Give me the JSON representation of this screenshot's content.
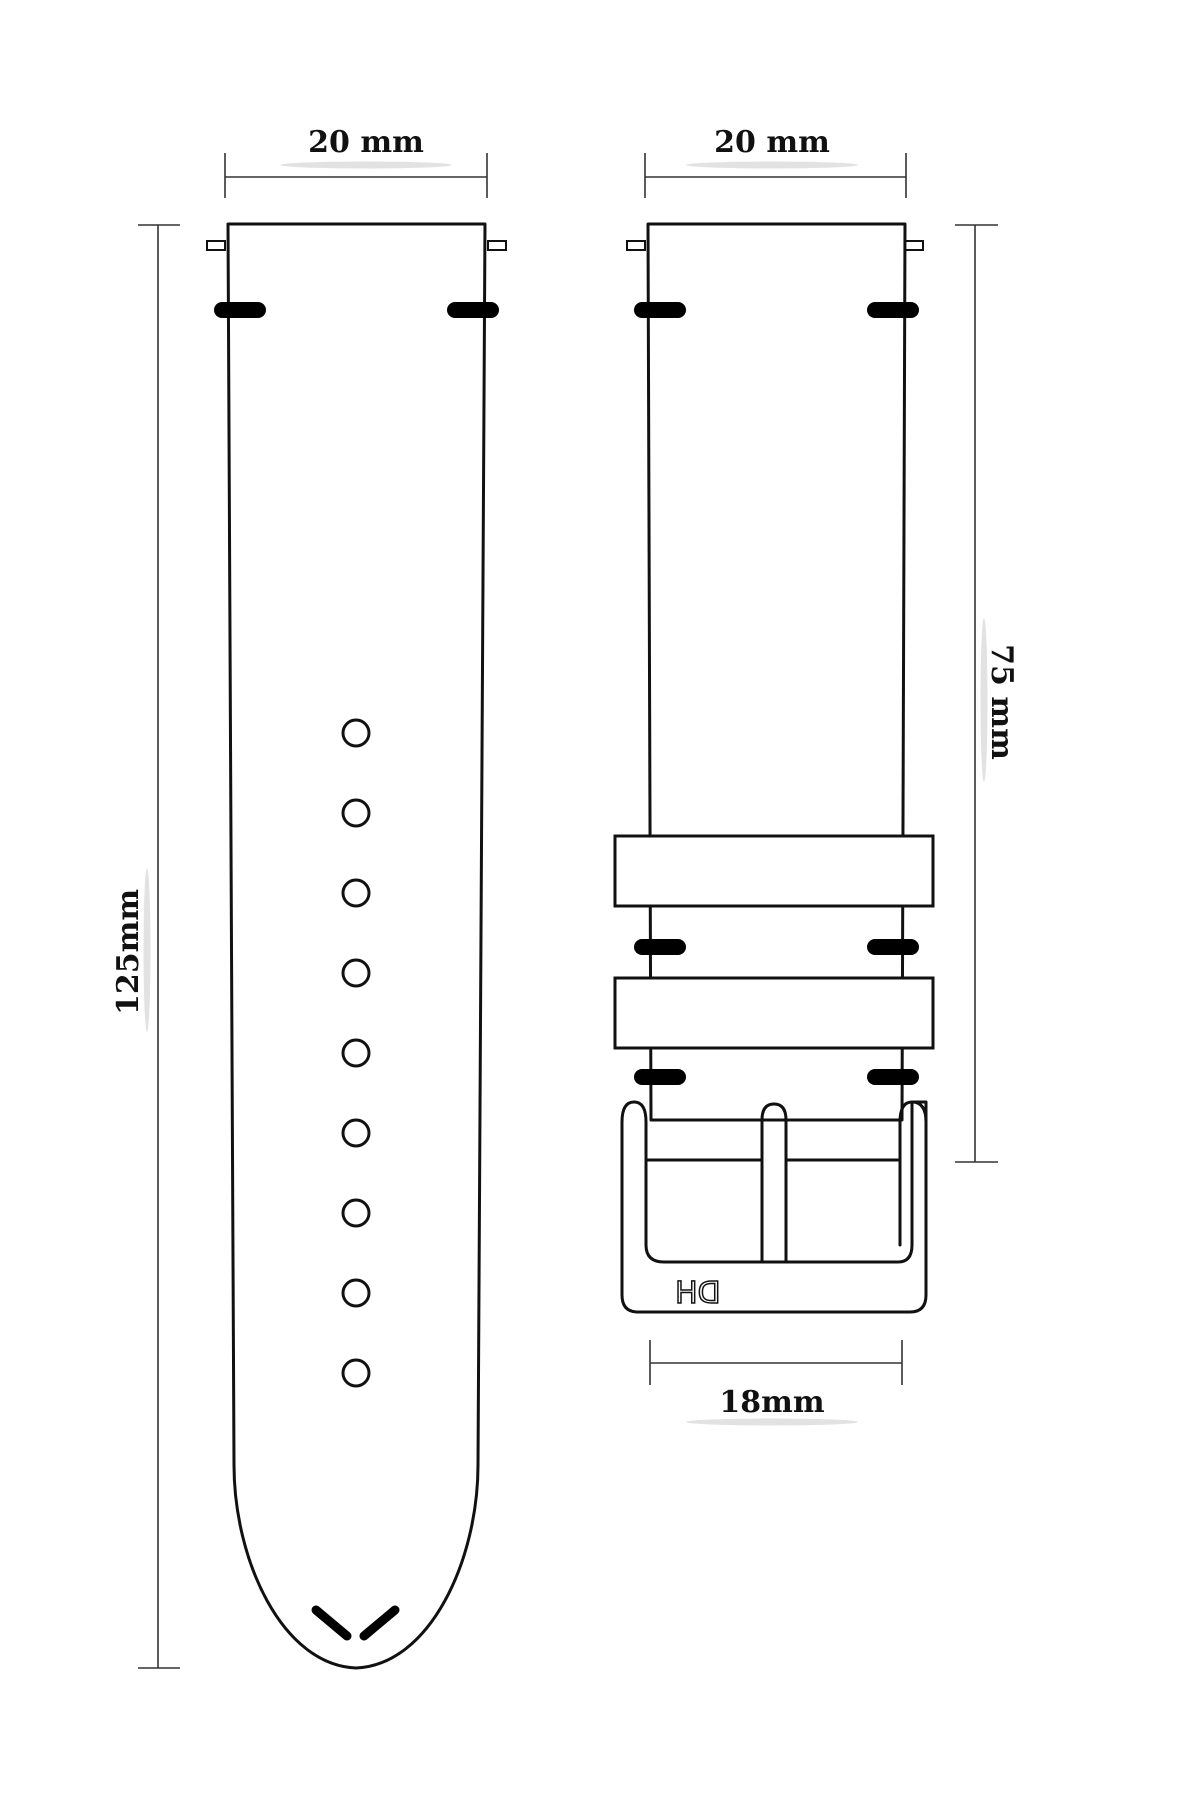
{
  "dimensions": {
    "long_strap_width": "20 mm",
    "short_strap_width": "20 mm",
    "long_strap_length": "125mm",
    "short_strap_length": "75 mm",
    "buckle_width": "18mm"
  },
  "buckle": {
    "logo_text": "DH"
  },
  "long_strap": {
    "hole_count": 9
  },
  "colors": {
    "outline": "#111111",
    "dimension_line": "#333333",
    "background": "#ffffff"
  }
}
